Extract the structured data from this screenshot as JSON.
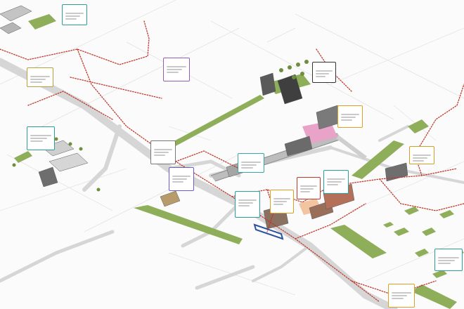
{
  "colors": {
    "road": "#d9d9d9",
    "route": "#c0392b",
    "park": "#8fae5a",
    "building": "#8a8a8a",
    "highlight": "#2a50a0",
    "pink": "#e9a3c9"
  },
  "callouts": [
    {
      "id": "c1",
      "accent": "#2aa198",
      "title": ""
    },
    {
      "id": "c2",
      "accent": "#b8a13a",
      "title": ""
    },
    {
      "id": "c3",
      "accent": "#9b59b6",
      "title": ""
    },
    {
      "id": "c4",
      "accent": "#333333",
      "title": ""
    },
    {
      "id": "c5",
      "accent": "#e0a020",
      "title": ""
    },
    {
      "id": "c6",
      "accent": "#2aa198",
      "title": ""
    },
    {
      "id": "c7",
      "accent": "#777777",
      "title": ""
    },
    {
      "id": "c8",
      "accent": "#3aa6a6",
      "title": ""
    },
    {
      "id": "c9",
      "accent": "#6b5bd1",
      "title": ""
    },
    {
      "id": "c10",
      "accent": "#d0a020",
      "title": ""
    },
    {
      "id": "c11",
      "accent": "#2aa198",
      "title": ""
    },
    {
      "id": "c12",
      "accent": "#c0392b",
      "title": ""
    },
    {
      "id": "c13",
      "accent": "#e0a020",
      "title": ""
    },
    {
      "id": "c14",
      "accent": "#2aa198",
      "title": ""
    },
    {
      "id": "c15",
      "accent": "#2aa198",
      "title": ""
    },
    {
      "id": "c16",
      "accent": "#e0a020",
      "title": ""
    }
  ]
}
